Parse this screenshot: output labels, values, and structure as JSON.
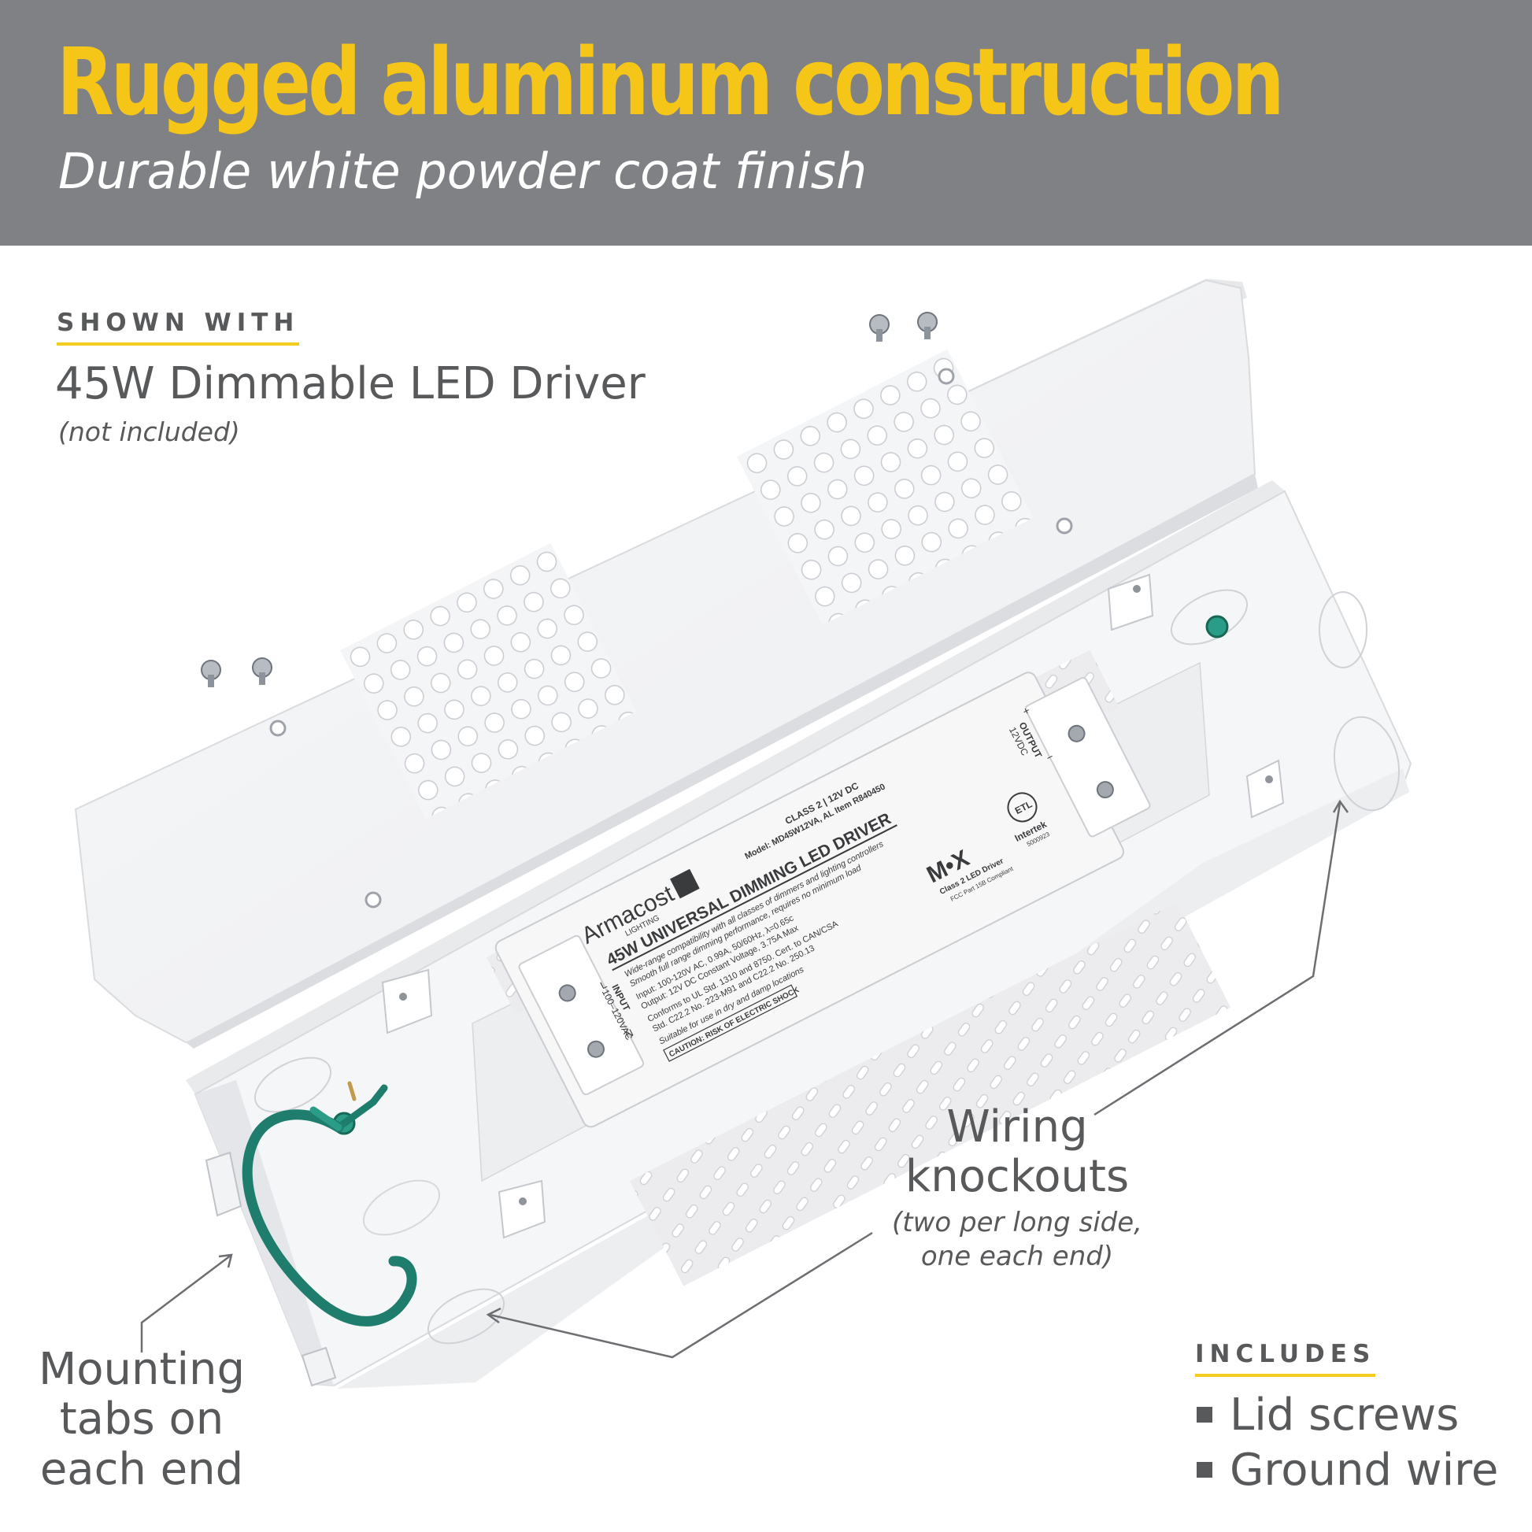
{
  "colors": {
    "banner": "#808184",
    "accent": "#f5c518",
    "text": "#58595b",
    "underline": "#f2cc1f",
    "ground_wire": "#1e7d6c"
  },
  "header": {
    "title": "Rugged aluminum construction",
    "subtitle": "Durable white powder coat finish"
  },
  "shown_with": {
    "label": "SHOWN WITH",
    "product": "45W Dimmable LED Driver",
    "note": "(not included)"
  },
  "callouts": {
    "wiring": {
      "line1": "Wiring",
      "line2": "knockouts",
      "note1": "(two per long side,",
      "note2": "one each end)"
    },
    "mounting": {
      "line1": "Mounting",
      "line2": "tabs on",
      "line3": "each end"
    }
  },
  "includes": {
    "label": "INCLUDES",
    "items": [
      "Lid screws",
      "Ground wire"
    ]
  },
  "driver_label": {
    "brand": "Armacost",
    "brand_sub": "LIGHTING",
    "class": "CLASS 2  |  12V DC",
    "model": "Model: MD45W12VA, AL Item R840450",
    "title": "45W UNIVERSAL DIMMING LED DRIVER",
    "specs": [
      "Wide-range compatibility with all classes of dimmers and lighting controllers",
      "Smooth full range dimming performance, requires no minimum load",
      "Input: 100-120V AC, 0.99A, 50/60Hz, λ=0.65c",
      "Output: 12V DC Constant Voltage, 3.75A Max",
      "Conforms to UL Std. 1310 and 8750. Cert. to CAN/CSA",
      "Std. C22.2 No. 223-M91 and C22.2 No. 250.13",
      "Suitable for use in dry and damp locations"
    ],
    "caution": "CAUTION: RISK OF ELECTRIC SHOCK",
    "input_label": "INPUT",
    "input_voltage": "100–120VAC",
    "input_l": "L",
    "input_n": "N",
    "output_label": "OUTPUT",
    "output_voltage": "12VDC",
    "output_plus": "+",
    "output_minus": "−",
    "mx_logo": "M•X",
    "mx_sub": "Class 2 LED Driver",
    "fcc": "FCC Part 15B Compliant",
    "cert": "Intertek",
    "cert_no": "5000923",
    "etl": "ETL"
  }
}
